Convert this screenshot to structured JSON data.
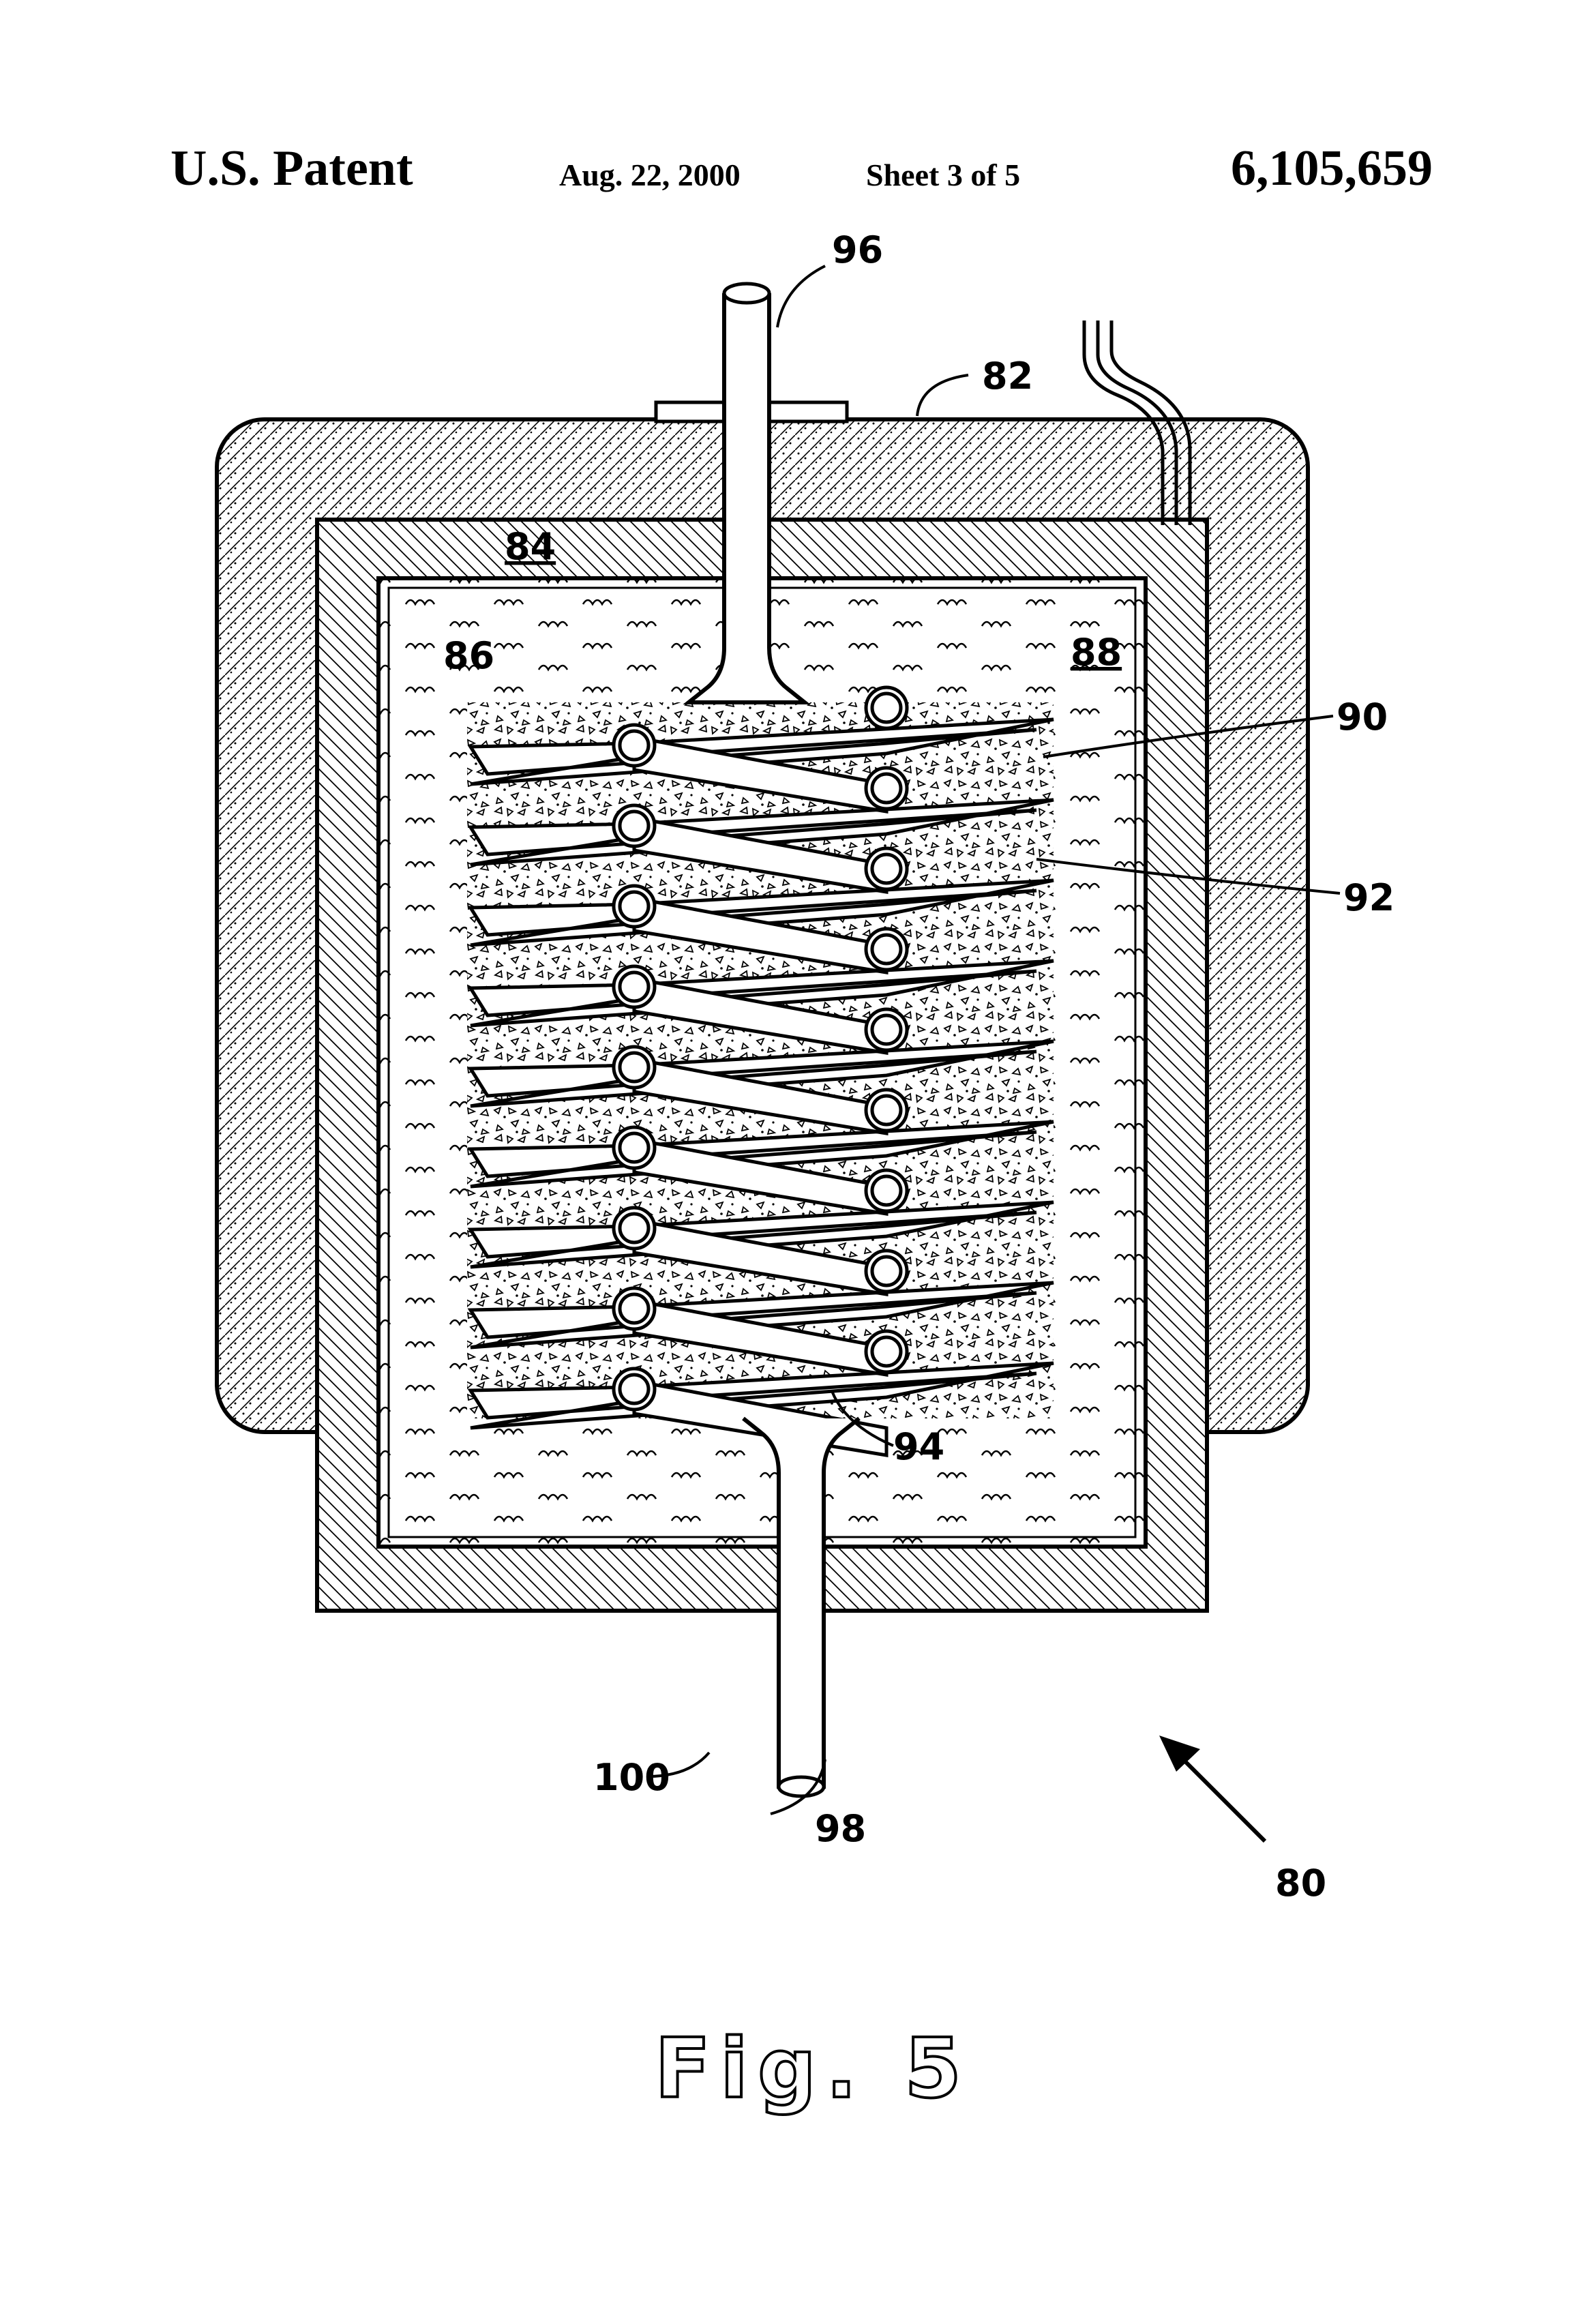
{
  "header": {
    "left": "U.S. Patent",
    "date": "Aug. 22, 2000",
    "sheet": "Sheet 3 of 5",
    "patent_number": "6,105,659"
  },
  "figure": {
    "caption": "Fig. 5",
    "labels": {
      "l80": "80",
      "l82": "82",
      "l84": "84",
      "l86": "86",
      "l88": "88",
      "l90": "90",
      "l92": "92",
      "l94": "94",
      "l96": "96",
      "l98": "98",
      "l100": "100"
    }
  },
  "colors": {
    "ink": "#000000",
    "paper": "#ffffff"
  }
}
